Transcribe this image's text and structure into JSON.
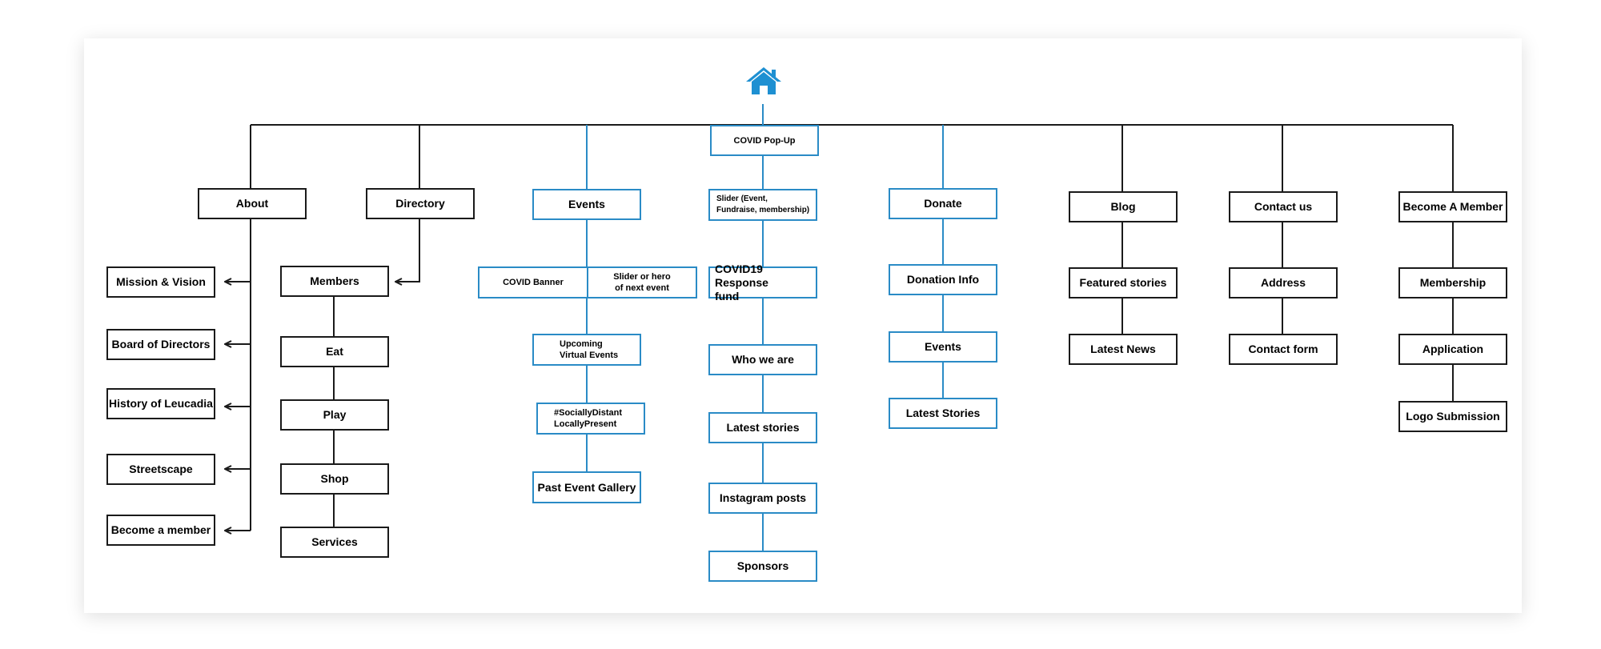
{
  "colors": {
    "black": "#1a1a1a",
    "blue": "#2a8bc6",
    "home_icon": "#1e90d2"
  },
  "home": {
    "icon": "home-icon"
  },
  "about": {
    "label": "About",
    "children": [
      "Mission & Vision",
      "Board of Directors",
      "History of Leucadia",
      "Streetscape",
      "Become a member"
    ]
  },
  "directory": {
    "label": "Directory",
    "children": [
      "Members",
      "Eat",
      "Play",
      "Shop",
      "Services"
    ]
  },
  "events": {
    "label": "Events",
    "covid_banner": "COVID Banner",
    "slider_hero": "Slider or hero\nof next event",
    "upcoming": "Upcoming\nVirtual Events",
    "socially": "#SociallyDistant\nLocallyPresent",
    "gallery": "Past Event Gallery"
  },
  "home_page": {
    "popup": "COVID Pop-Up",
    "slider": "Slider (Event,\nFundraise, membership)",
    "response": "COVID19 Response\nfund",
    "who": "Who we are",
    "latest": "Latest stories",
    "instagram": "Instagram posts",
    "sponsors": "Sponsors"
  },
  "donate": {
    "label": "Donate",
    "children": [
      "Donation Info",
      "Events",
      "Latest Stories"
    ]
  },
  "blog": {
    "label": "Blog",
    "children": [
      "Featured stories",
      "Latest News"
    ]
  },
  "contact": {
    "label": "Contact us",
    "children": [
      "Address",
      "Contact form"
    ]
  },
  "member": {
    "label": "Become A Member",
    "children": [
      "Membership",
      "Application",
      "Logo Submission"
    ]
  }
}
